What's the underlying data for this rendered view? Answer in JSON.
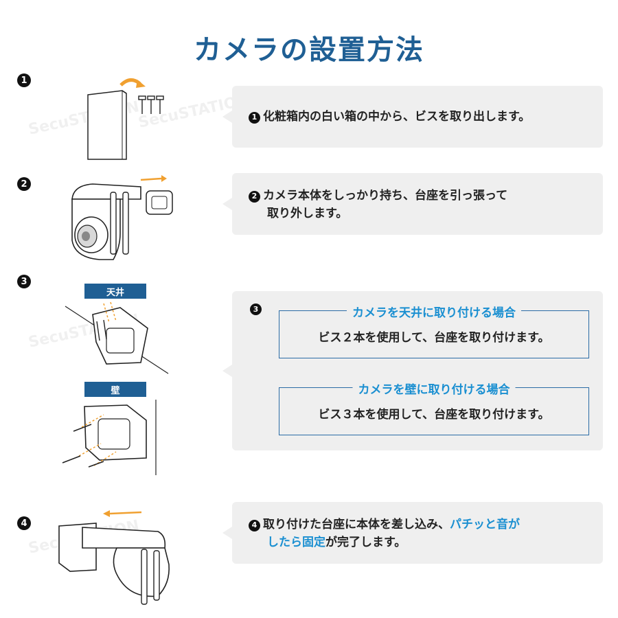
{
  "title": "カメラの設置方法",
  "steps": [
    {
      "num": "1",
      "text": "化粧箱内の白い箱の中から、ビスを取り出します。"
    },
    {
      "num": "2",
      "line1": "カメラ本体をしっかり持ち、台座を引っ張って",
      "line2": "取り外します。"
    },
    {
      "num": "3",
      "ceiling_tag": "天井",
      "wall_tag": "壁",
      "ceiling_head": "カメラを天井に取り付ける場合",
      "ceiling_body": "ビス２本を使用して、台座を取り付けます。",
      "wall_head": "カメラを壁に取り付ける場合",
      "wall_body": "ビス３本を使用して、台座を取り付けます。"
    },
    {
      "num": "4",
      "line1_a": "取り付けた台座に本体を差し込み、",
      "line1_b": "パチッと音が",
      "line2_a": "したら固定",
      "line2_b": "が完了します。"
    }
  ],
  "watermark": "SecuSTATION",
  "colors": {
    "title": "#1f5f94",
    "accent": "#1a8fd1",
    "arrow": "#f0a030",
    "card": "#efefef"
  }
}
